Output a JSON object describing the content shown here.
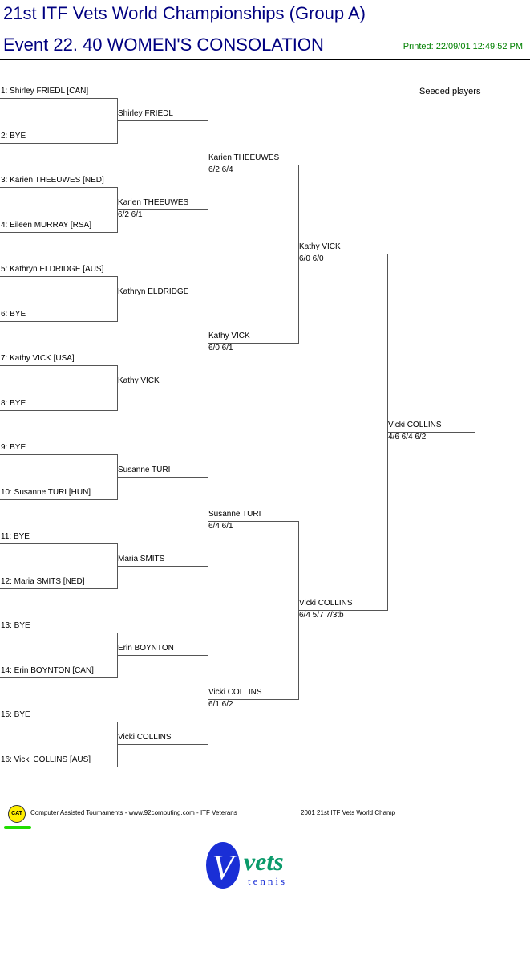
{
  "header": {
    "title": "21st ITF Vets World Championships (Group A)",
    "event": "Event 22. 40 WOMEN'S CONSOLATION",
    "printed": "Printed: 22/09/01 12:49:52 PM",
    "seeded_label": "Seeded players"
  },
  "draw": {
    "round1": [
      {
        "name": "1: Shirley FRIEDL [CAN]"
      },
      {
        "name": "2: BYE"
      },
      {
        "name": "3: Karien THEEUWES [NED]"
      },
      {
        "name": "4: Eileen MURRAY [RSA]"
      },
      {
        "name": "5: Kathryn ELDRIDGE [AUS]"
      },
      {
        "name": "6: BYE"
      },
      {
        "name": "7: Kathy VICK [USA]"
      },
      {
        "name": "8: BYE"
      },
      {
        "name": "9: BYE"
      },
      {
        "name": "10: Susanne TURI [HUN]"
      },
      {
        "name": "11: BYE"
      },
      {
        "name": "12: Maria SMITS [NED]"
      },
      {
        "name": "13: BYE"
      },
      {
        "name": "14: Erin BOYNTON [CAN]"
      },
      {
        "name": "15: BYE"
      },
      {
        "name": "16: Vicki COLLINS [AUS]"
      }
    ],
    "round2": [
      {
        "name": "Shirley FRIEDL",
        "score": ""
      },
      {
        "name": "Karien THEEUWES",
        "score": "6/2 6/1"
      },
      {
        "name": "Kathryn ELDRIDGE",
        "score": ""
      },
      {
        "name": "Kathy VICK",
        "score": ""
      },
      {
        "name": "Susanne TURI",
        "score": ""
      },
      {
        "name": "Maria SMITS",
        "score": ""
      },
      {
        "name": "Erin BOYNTON",
        "score": ""
      },
      {
        "name": "Vicki COLLINS",
        "score": ""
      }
    ],
    "round3": [
      {
        "name": "Karien THEEUWES",
        "score": "6/2 6/4"
      },
      {
        "name": "Kathy VICK",
        "score": "6/0 6/1"
      },
      {
        "name": "Susanne TURI",
        "score": "6/4 6/1"
      },
      {
        "name": "Vicki COLLINS",
        "score": "6/1 6/2"
      }
    ],
    "round4": [
      {
        "name": "Kathy VICK",
        "score": "6/0 6/0"
      },
      {
        "name": "Vicki COLLINS",
        "score": "6/4 5/7 7/3tb"
      }
    ],
    "final": [
      {
        "name": "Vicki COLLINS",
        "score": "4/6 6/4 6/2"
      }
    ]
  },
  "footer": {
    "cat_logo": "CAT",
    "credits": "Computer Assisted Tournaments - www.92computing.com -  ITF Veterans",
    "event_ref": "2001 21st ITF Vets World Champ",
    "vets_logo_main": "vets",
    "vets_logo_sub": "tennis",
    "vets_logo_letter": "V"
  }
}
